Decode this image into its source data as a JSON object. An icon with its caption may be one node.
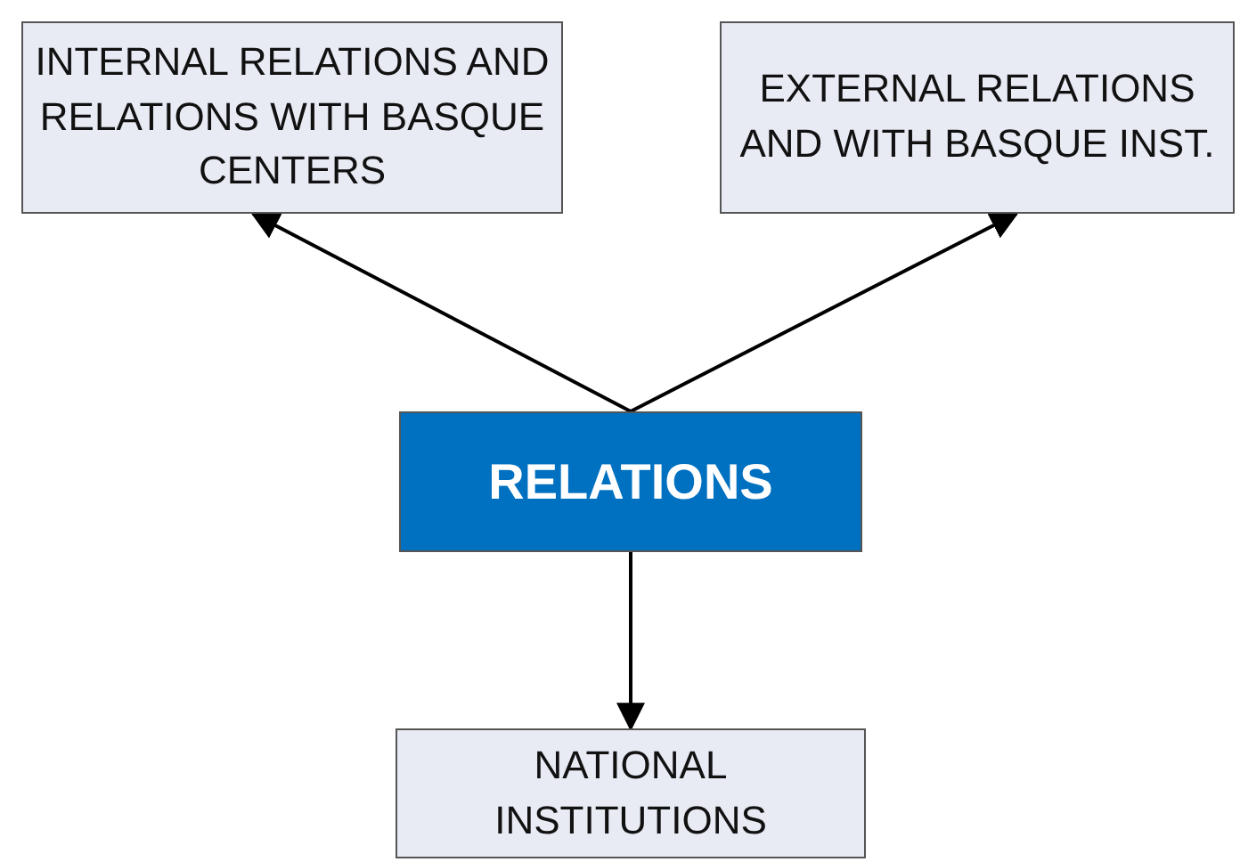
{
  "diagram": {
    "nodes": [
      {
        "text": [
          "RELATIONS"
        ]
      },
      {
        "text": [
          "INTERNAL RELATIONS AND RELATIONS WITH BASQUE CENTERS"
        ]
      },
      {
        "text": [
          "EXTERNAL RELATIONS AND WITH BASQUE INST."
        ]
      },
      {
        "text": [
          "NATIONAL INSTITUTIONS"
        ]
      }
    ],
    "edges": [
      {
        "from": 0,
        "to": 1,
        "arrow": "to"
      },
      {
        "from": 0,
        "to": 2,
        "arrow": "to"
      },
      {
        "from": 0,
        "to": 3,
        "arrow": "to"
      }
    ]
  }
}
